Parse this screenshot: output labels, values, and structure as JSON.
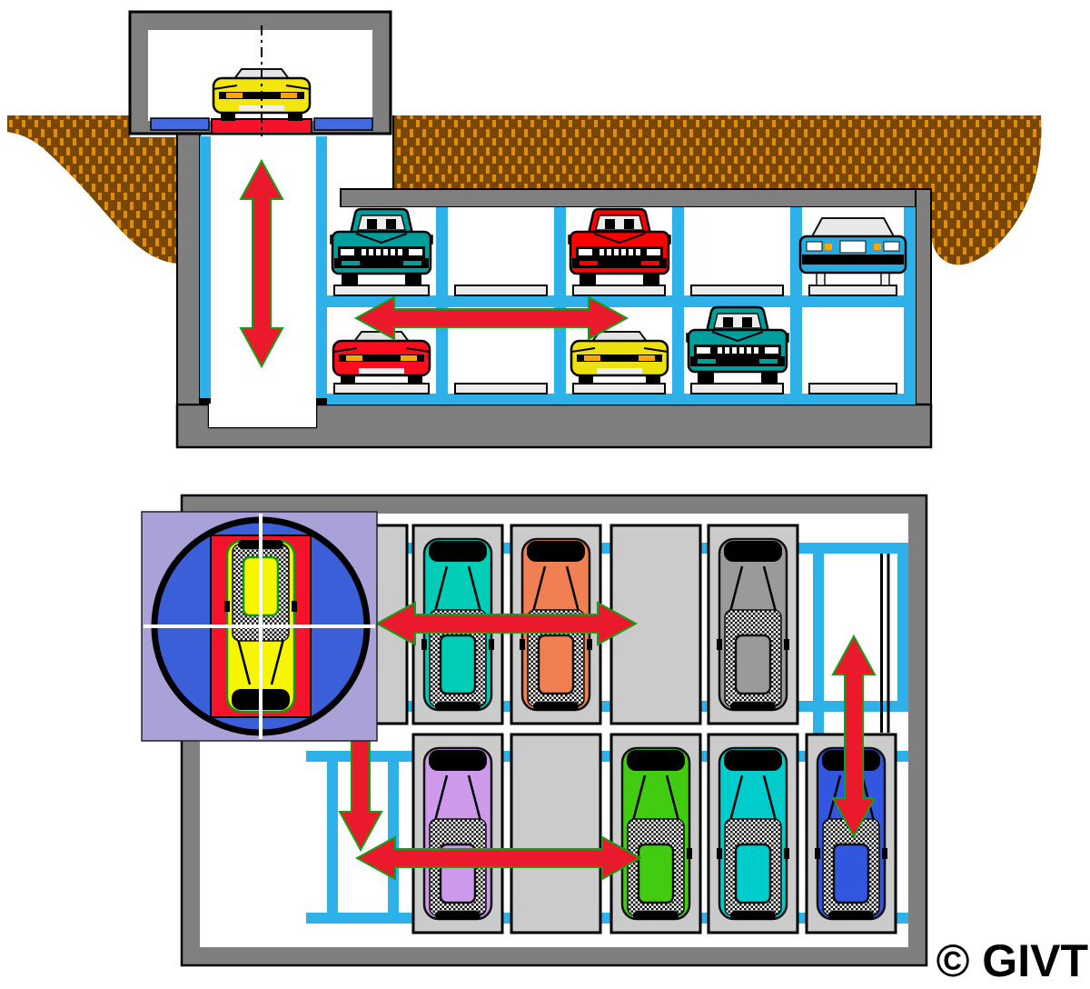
{
  "copyright": "© GIVT",
  "palette": {
    "wall_gray": "#7F7F7F",
    "rail_cyan": "#2EB1E8",
    "pallet_light": "#EDEDED",
    "pallet_plan": "#CBCBCB",
    "arrow_red": "#EA1A2C",
    "arrow_edge_green": "#14A014",
    "platform_red": "#F5132B",
    "entry_strip_blue": "#4169E1",
    "earth_brown": "#7A4703",
    "earth_dash_orange": "#E08E07",
    "inset_bg_purple": "#A9A2D9",
    "inset_circle_blue": "#3A5FD8",
    "glass_white": "#E9E9E9"
  },
  "cross_section": {
    "entrance_car": {
      "type": "sports",
      "color": "#F2E60D"
    },
    "upper_level_slots": [
      {
        "type": "sedan",
        "color": "#009D9D"
      },
      null,
      {
        "type": "sedan",
        "color": "#FF0000"
      },
      null,
      {
        "type": "coupe",
        "color": "#29ABE2"
      }
    ],
    "lower_level_slots": [
      {
        "type": "sports",
        "color": "#FB0D1E"
      },
      null,
      {
        "type": "sports",
        "color": "#EDE00F"
      },
      {
        "type": "sedan",
        "color": "#009D9D"
      },
      null
    ],
    "arrows": [
      {
        "id": "lift",
        "direction": "vertical-double"
      },
      {
        "id": "shuttle-upper",
        "direction": "horizontal-double"
      }
    ]
  },
  "plan_view": {
    "top_row_slots": [
      null,
      {
        "color": "#00CCB8"
      },
      {
        "color": "#F08052"
      },
      null,
      {
        "color": "#9A9A9A"
      }
    ],
    "bottom_row_slots": [
      {
        "color": "#CC99EB"
      },
      null,
      {
        "color": "#42CC11"
      },
      {
        "color": "#00CCCC"
      },
      {
        "color": "#3356E0"
      }
    ],
    "turntable_car_color": "#F6F600",
    "arrows": [
      {
        "id": "aisle-upper",
        "direction": "horizontal-double"
      },
      {
        "id": "transfer-right",
        "direction": "vertical-double"
      },
      {
        "id": "transfer-left",
        "direction": "down"
      },
      {
        "id": "aisle-lower",
        "direction": "horizontal-double"
      }
    ]
  }
}
